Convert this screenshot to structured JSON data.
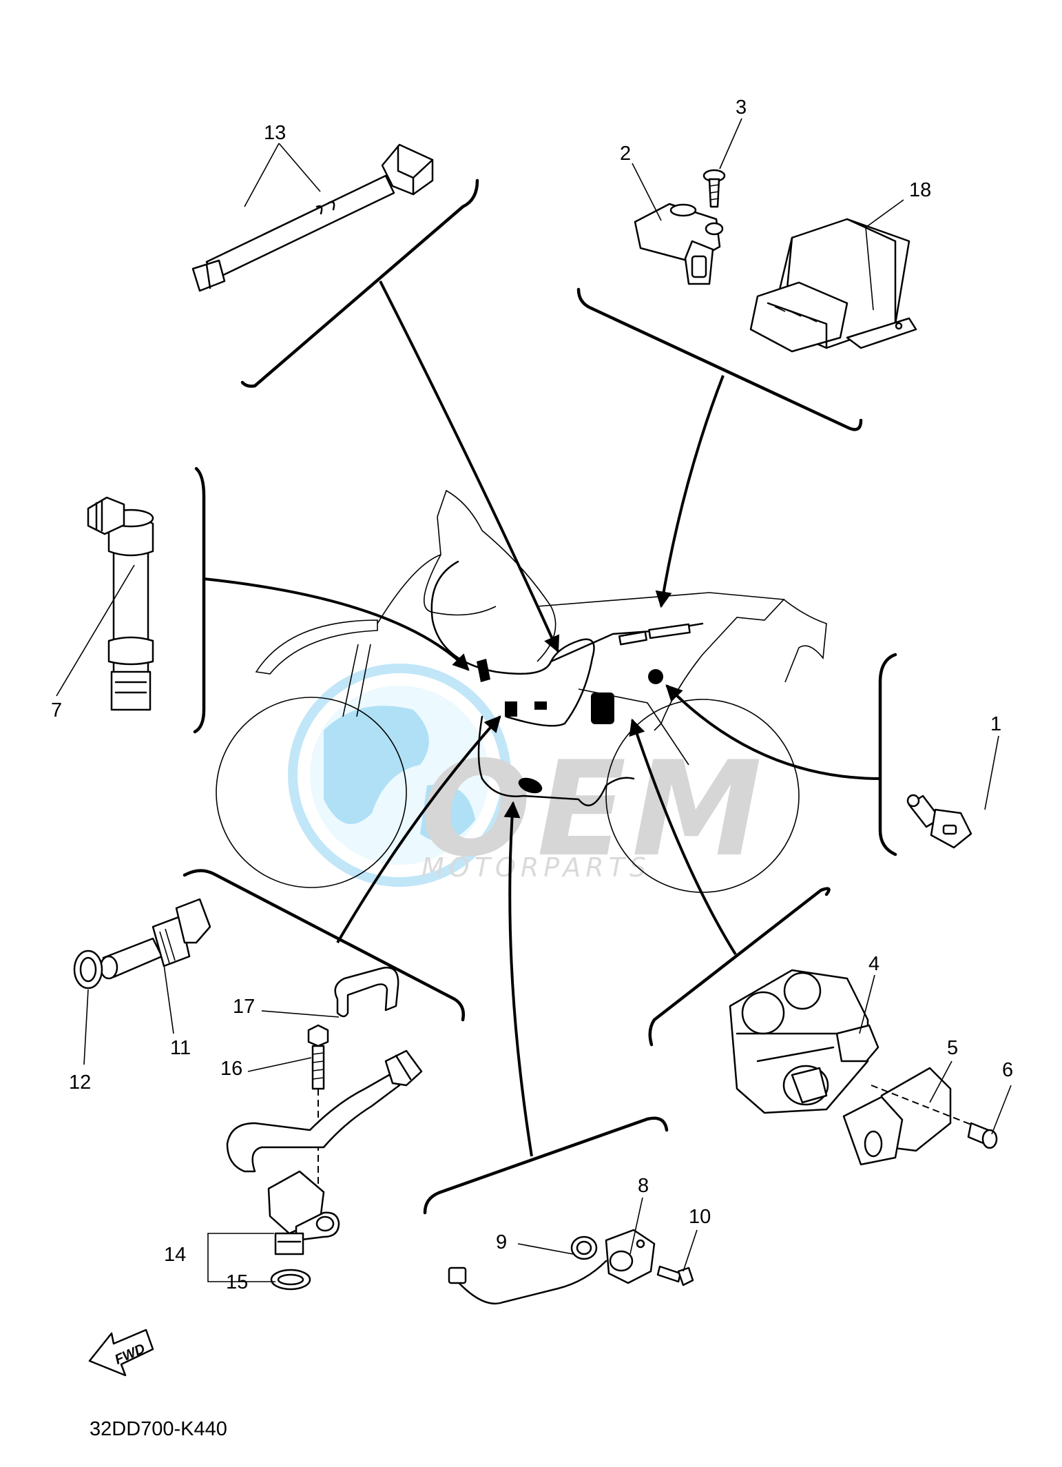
{
  "diagram_code": "32DD700-K440",
  "fwd_label": "FWD",
  "watermark": {
    "brand": "OEM",
    "sub": "MOTORPARTS",
    "color": "#4fc3f7"
  },
  "part_labels": [
    "1",
    "2",
    "3",
    "4",
    "5",
    "6",
    "7",
    "8",
    "9",
    "10",
    "11",
    "12",
    "13",
    "14",
    "15",
    "16",
    "17",
    "18"
  ]
}
